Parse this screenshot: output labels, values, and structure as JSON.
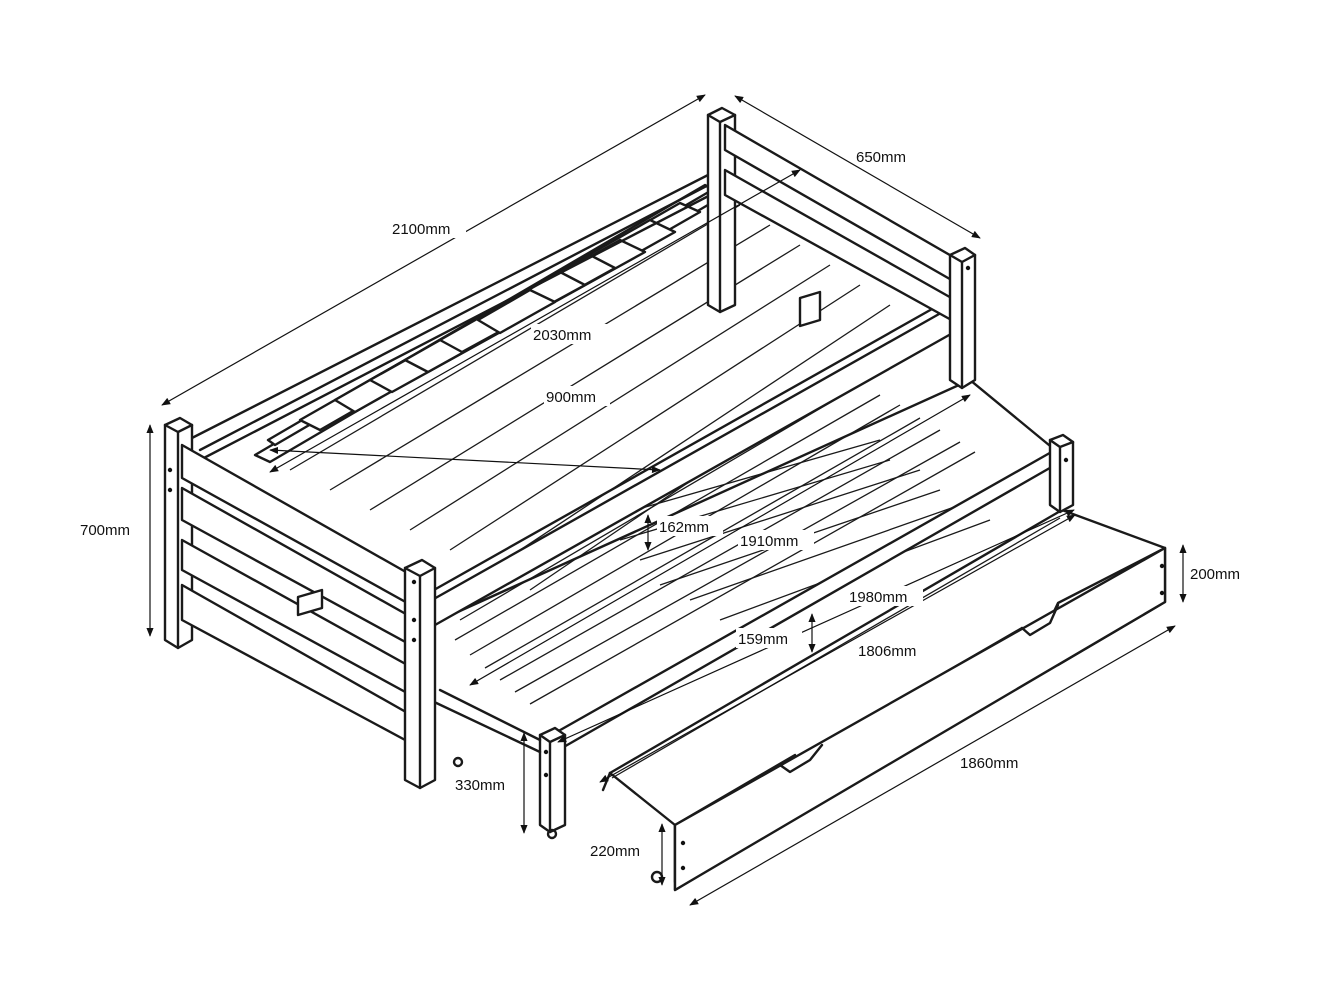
{
  "colors": {
    "line": "#1a1a1a",
    "background": "#ffffff"
  },
  "dimensions": [
    {
      "id": "overall-length",
      "label": "2100mm"
    },
    {
      "id": "overall-width",
      "label": "650mm"
    },
    {
      "id": "top-mattress-length",
      "label": "2030mm"
    },
    {
      "id": "top-mattress-width",
      "label": "900mm"
    },
    {
      "id": "overall-height",
      "label": "700mm"
    },
    {
      "id": "top-mattress-height",
      "label": "162mm"
    },
    {
      "id": "trundle-mattress-length",
      "label": "1910mm"
    },
    {
      "id": "trundle-frame-length",
      "label": "1980mm"
    },
    {
      "id": "trundle-mattress-height",
      "label": "159mm"
    },
    {
      "id": "drawer-inner-length",
      "label": "1806mm"
    },
    {
      "id": "drawer-height",
      "label": "200mm"
    },
    {
      "id": "drawer-outer-length",
      "label": "1860mm"
    },
    {
      "id": "trundle-height",
      "label": "330mm"
    },
    {
      "id": "drawer-front-height",
      "label": "220mm"
    }
  ]
}
